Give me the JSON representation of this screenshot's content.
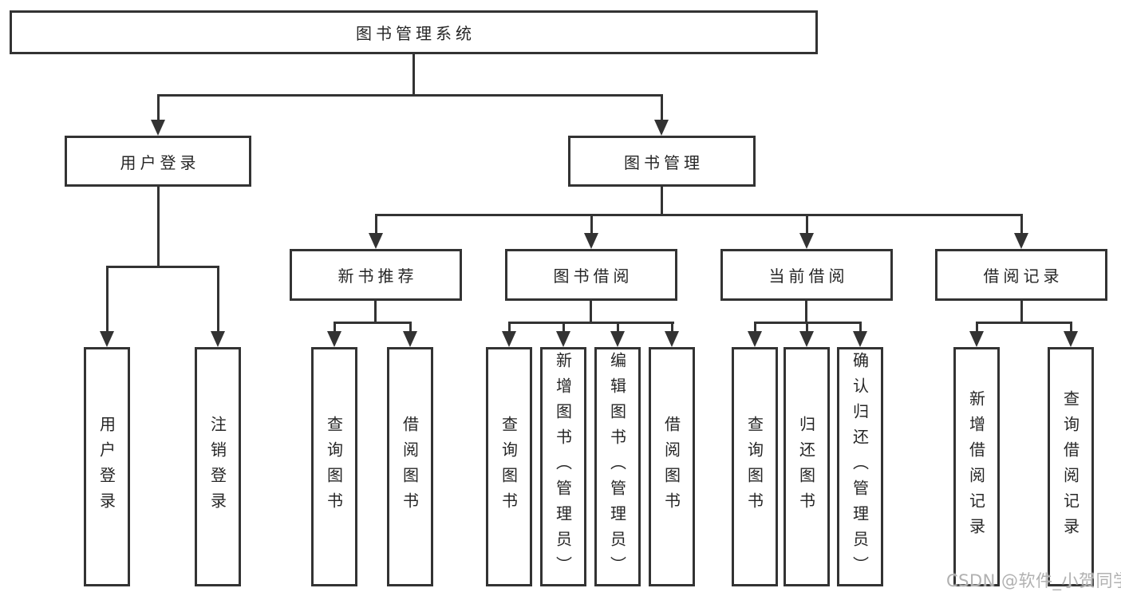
{
  "diagram": {
    "type": "tree",
    "root": {
      "label": "图书管理系统"
    },
    "branches": [
      {
        "label": "用户登录",
        "children": [
          {
            "label": "用户登录"
          },
          {
            "label": "注销登录"
          }
        ]
      },
      {
        "label": "图书管理",
        "children": [
          {
            "label": "新书推荐",
            "children": [
              {
                "label": "查询图书"
              },
              {
                "label": "借阅图书"
              }
            ]
          },
          {
            "label": "图书借阅",
            "children": [
              {
                "label": "查询图书"
              },
              {
                "label": "新增图书（管理员）"
              },
              {
                "label": "编辑图书（管理员）"
              },
              {
                "label": "借阅图书"
              }
            ]
          },
          {
            "label": "当前借阅",
            "children": [
              {
                "label": "查询图书"
              },
              {
                "label": "归还图书"
              },
              {
                "label": "确认归还（管理员）"
              }
            ]
          },
          {
            "label": "借阅记录",
            "children": [
              {
                "label": "新增借阅记录"
              },
              {
                "label": "查询借阅记录"
              }
            ]
          }
        ]
      }
    ],
    "watermark": "CSDN @软件_小贺同学",
    "colors": {
      "line": "#333333",
      "text": "#262626",
      "watermark": "#b1b1b1",
      "background": "#ffffff"
    }
  }
}
